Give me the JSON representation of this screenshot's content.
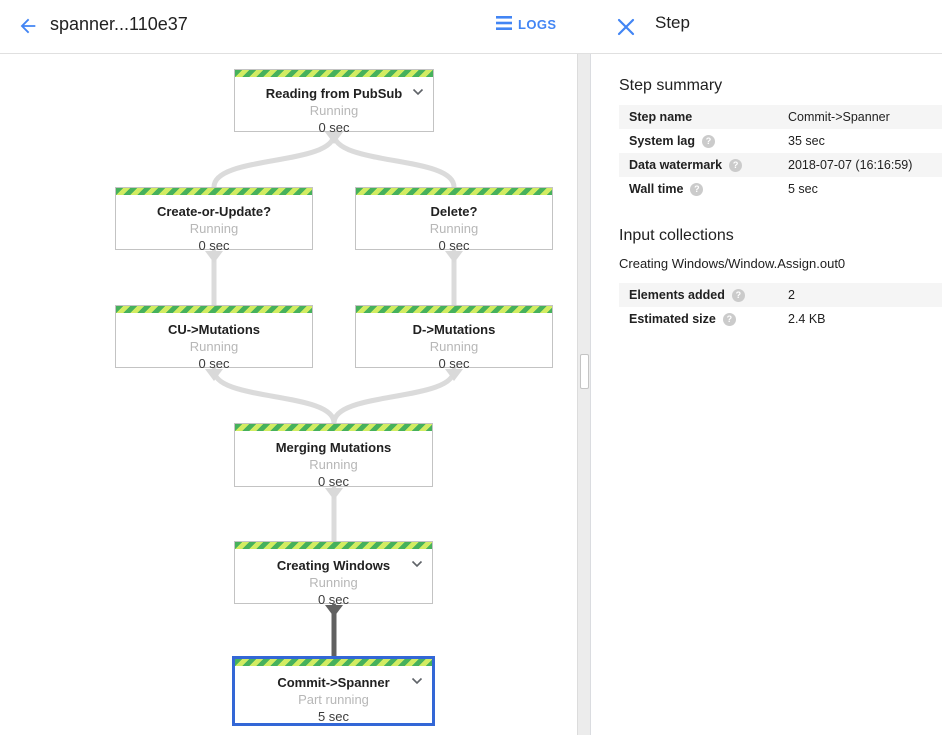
{
  "header": {
    "title": "spanner...110e37",
    "logs_label": "LOGS"
  },
  "panel": {
    "title": "Step",
    "step_summary": {
      "title": "Step summary",
      "rows": [
        {
          "label": "Step name",
          "value": "Commit->Spanner",
          "help": false
        },
        {
          "label": "System lag",
          "value": "35 sec",
          "help": true
        },
        {
          "label": "Data watermark",
          "value": "2018-07-07 (16:16:59)",
          "help": true
        },
        {
          "label": "Wall time",
          "value": "5 sec",
          "help": true
        }
      ]
    },
    "input_collections": {
      "title": "Input collections",
      "collection_name": "Creating Windows/Window.Assign.out0",
      "rows": [
        {
          "label": "Elements added",
          "value": "2",
          "help": true
        },
        {
          "label": "Estimated size",
          "value": "2.4 KB",
          "help": true
        }
      ]
    }
  },
  "graph": {
    "nodes": [
      {
        "id": "reading-from-pubsub",
        "title": "Reading from PubSub",
        "status": "Running",
        "time": "0 sec",
        "expandable": true,
        "selected": false
      },
      {
        "id": "create-or-update",
        "title": "Create-or-Update?",
        "status": "Running",
        "time": "0 sec",
        "expandable": false,
        "selected": false
      },
      {
        "id": "delete",
        "title": "Delete?",
        "status": "Running",
        "time": "0 sec",
        "expandable": false,
        "selected": false
      },
      {
        "id": "cu-mutations",
        "title": "CU->Mutations",
        "status": "Running",
        "time": "0 sec",
        "expandable": false,
        "selected": false
      },
      {
        "id": "d-mutations",
        "title": "D->Mutations",
        "status": "Running",
        "time": "0 sec",
        "expandable": false,
        "selected": false
      },
      {
        "id": "merging-mutations",
        "title": "Merging Mutations",
        "status": "Running",
        "time": "0 sec",
        "expandable": false,
        "selected": false
      },
      {
        "id": "creating-windows",
        "title": "Creating Windows",
        "status": "Running",
        "time": "0 sec",
        "expandable": true,
        "selected": false
      },
      {
        "id": "commit-spanner",
        "title": "Commit->Spanner",
        "status": "Part running",
        "time": "5 sec",
        "expandable": true,
        "selected": true
      }
    ],
    "edges": [
      {
        "from": "reading-from-pubsub",
        "to": "create-or-update",
        "emphasis": "normal"
      },
      {
        "from": "reading-from-pubsub",
        "to": "delete",
        "emphasis": "normal"
      },
      {
        "from": "create-or-update",
        "to": "cu-mutations",
        "emphasis": "normal"
      },
      {
        "from": "delete",
        "to": "d-mutations",
        "emphasis": "normal"
      },
      {
        "from": "cu-mutations",
        "to": "merging-mutations",
        "emphasis": "normal"
      },
      {
        "from": "d-mutations",
        "to": "merging-mutations",
        "emphasis": "normal"
      },
      {
        "from": "merging-mutations",
        "to": "creating-windows",
        "emphasis": "normal"
      },
      {
        "from": "creating-windows",
        "to": "commit-spanner",
        "emphasis": "dark"
      }
    ]
  },
  "icons": {
    "help": "?"
  },
  "colors": {
    "accent": "#4285f4",
    "selected-border": "#3367d6",
    "stripe-green": "#46b15c",
    "stripe-lime": "#d2ec62",
    "edge-gray": "#dbdbdb",
    "edge-dark": "#616161"
  }
}
